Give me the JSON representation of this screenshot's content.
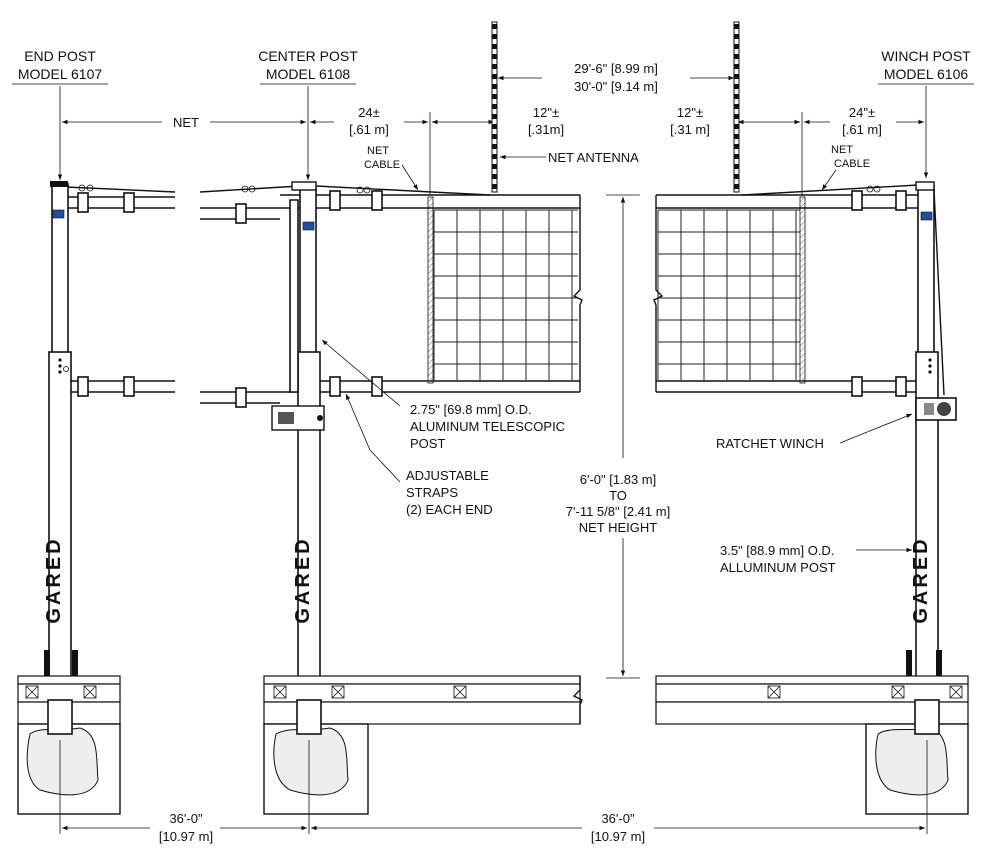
{
  "labels": {
    "end_post": [
      "END POST",
      "MODEL 6107"
    ],
    "center_post": [
      "CENTER POST",
      "MODEL 6108"
    ],
    "winch_post": [
      "WINCH POST",
      "MODEL 6106"
    ],
    "net": "NET",
    "center_offset": [
      "24±",
      "[.61 m]"
    ],
    "center_antenna_offset": [
      "12\"±",
      "[.31m]"
    ],
    "net_span": [
      "29'-6\" [8.99 m]",
      "30'-0\" [9.14 m]"
    ],
    "winch_antenna_offset": [
      "12\"±",
      "[.31 m]"
    ],
    "winch_offset": [
      "24\"±",
      "[.61 m]"
    ],
    "net_cable_left": [
      "NET",
      "CABLE"
    ],
    "net_cable_right": [
      "NET",
      "CABLE"
    ],
    "net_antenna": "NET ANTENNA",
    "telescopic_post": [
      "2.75\" [69.8 mm] O.D.",
      "ALUMINUM TELESCOPIC",
      "POST"
    ],
    "straps": [
      "ADJUSTABLE",
      "STRAPS",
      "(2) EACH END"
    ],
    "ratchet_winch": "RATCHET WINCH",
    "net_height": [
      "6'-0\" [1.83 m]",
      "TO",
      "7'-11 5/8\" [2.41 m]",
      "NET HEIGHT"
    ],
    "alum_post": [
      "3.5\" [88.9 mm] O.D.",
      "ALLUMINUM POST"
    ],
    "post_brand": "GARED",
    "dim_left": [
      "36'-0\"",
      "[10.97 m]"
    ],
    "dim_right": [
      "36'-0\"",
      "[10.97 m]"
    ]
  }
}
